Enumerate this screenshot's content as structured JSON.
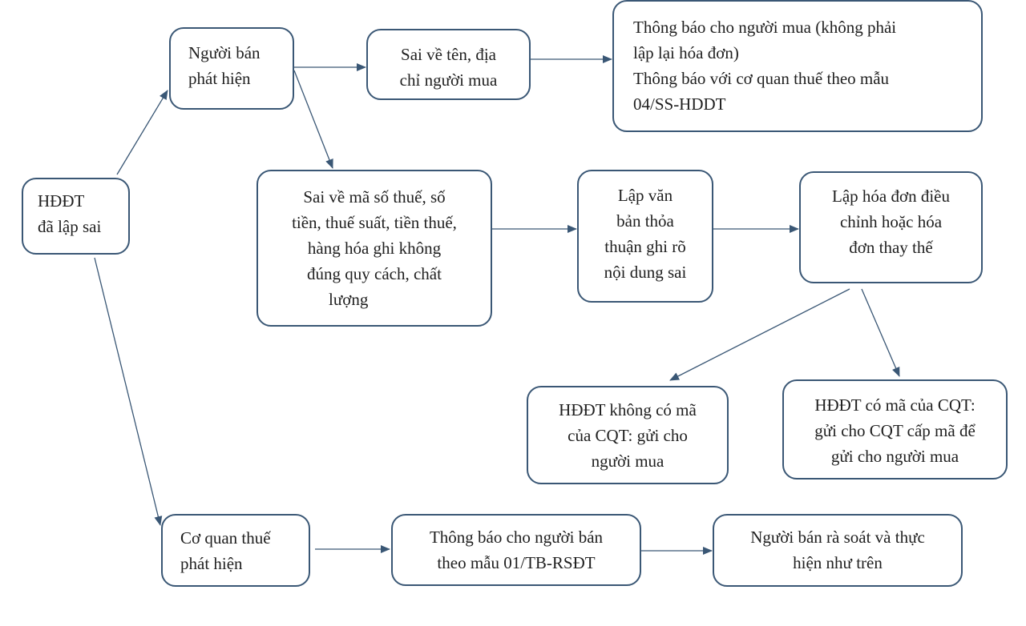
{
  "colors": {
    "border": "#3a5775",
    "arrow": "#3a5775",
    "text": "#1f1f1f"
  },
  "nodes": {
    "start": [
      "HĐĐT",
      "đã lập sai"
    ],
    "seller_detects": [
      "Người bán",
      "phát hiện"
    ],
    "wrong_name_address": [
      "Sai về tên, địa",
      "chỉ người mua"
    ],
    "notify_buyer_tax": [
      "Thông báo cho người mua (không phải",
      "lập lại hóa đơn)",
      "Thông báo với cơ quan thuế theo mẫu",
      "04/SS-HDDT"
    ],
    "wrong_tax_code": [
      "Sai về mã số thuế, số",
      "tiền, thuế suất, tiền thuế,",
      "hàng hóa ghi không",
      "đúng quy cách, chất",
      "lượng"
    ],
    "agreement_doc": [
      "Lập văn",
      "bản thỏa",
      "thuận ghi rõ",
      "nội dung sai"
    ],
    "adjust_replace": [
      "Lập hóa đơn điều",
      "chỉnh hoặc hóa",
      "đơn thay thế"
    ],
    "no_code": [
      "HĐĐT không có mã",
      "của CQT: gửi cho",
      "người mua"
    ],
    "with_code": [
      "HĐĐT có mã của CQT:",
      "gửi cho CQT cấp mã để",
      "gửi cho người mua"
    ],
    "tax_detects": [
      "Cơ quan thuế",
      "phát hiện"
    ],
    "notify_seller": [
      "Thông báo cho người bán",
      "theo mẫu 01/TB-RSĐT"
    ],
    "seller_review": [
      "Người bán rà soát và thực",
      "hiện như trên"
    ]
  }
}
